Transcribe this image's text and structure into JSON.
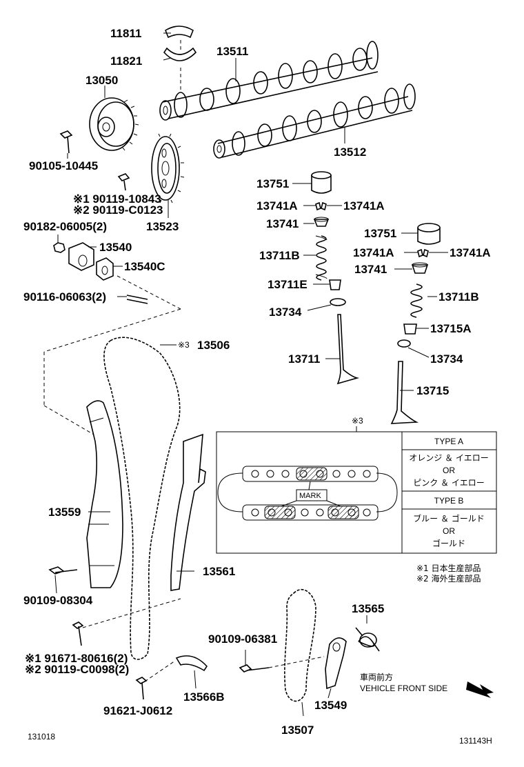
{
  "parts": {
    "p11811": "11811",
    "p11821": "11821",
    "p13511": "13511",
    "p13050": "13050",
    "p9010510445": "90105-10445",
    "p13512": "13512",
    "p9011910843": "※1 90119-10843",
    "p90119C0123": "※2 90119-C0123",
    "p13523": "13523",
    "p9018206005": "90182-06005(2)",
    "p13540": "13540",
    "p13540C": "13540C",
    "p9011606063": "90116-06063(2)",
    "p13751a": "13751",
    "p13741A_a1": "13741A",
    "p13741A_a2": "13741A",
    "p13741a": "13741",
    "p13711B_a": "13711B",
    "p13711E": "13711E",
    "p13734a": "13734",
    "p13711": "13711",
    "p13751b": "13751",
    "p13741A_b1": "13741A",
    "p13741A_b2": "13741A",
    "p13741b": "13741",
    "p13711B_b": "13711B",
    "p13715A": "13715A",
    "p13734b": "13734",
    "p13715": "13715",
    "p13506_ref": "※3",
    "p13506": "13506",
    "p13559": "13559",
    "p13561": "13561",
    "p9010908304": "90109-08304",
    "p9167180616": "※1 91671-80616(2)",
    "p90119C0098": "※2 90119-C0098(2)",
    "p13566B": "13566B",
    "p9162106612": "91621-J0612",
    "p9010906381": "90109-06381",
    "p13565": "13565",
    "p13549": "13549",
    "p13507": "13507"
  },
  "legend": {
    "ref": "※3",
    "mark": "MARK",
    "type_a": "TYPE A",
    "type_a_l1": "オレンジ ＆ イエロー",
    "type_a_or": "OR",
    "type_a_l2": "ピンク ＆ イエロー",
    "type_b": "TYPE B",
    "type_b_l1": "ブルー ＆ ゴールド",
    "type_b_or": "OR",
    "type_b_l2": "ゴールド"
  },
  "notes": {
    "n1": "※1 日本生産部品",
    "n2": "※2 海外生産部品"
  },
  "direction": {
    "jp": "車両前方",
    "en": "VEHICLE FRONT SIDE"
  },
  "footer": {
    "left": "131018",
    "right": "131143H"
  }
}
